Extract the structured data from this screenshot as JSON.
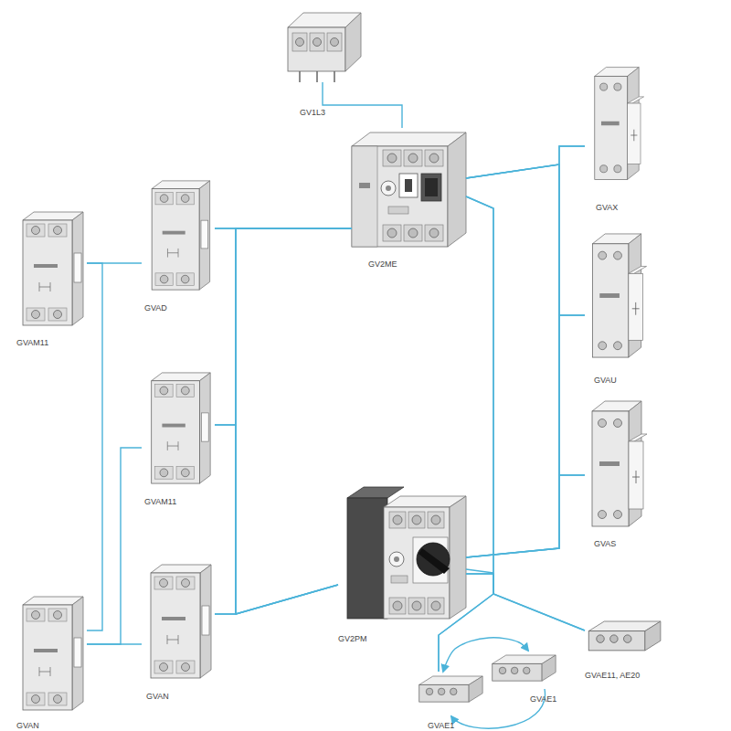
{
  "diagram": {
    "nodes": [
      {
        "text": [
          "GV1L3"
        ]
      },
      {
        "text": [
          "GV2ME"
        ]
      },
      {
        "text": [
          "GVAX"
        ]
      },
      {
        "text": [
          "GVAM11"
        ]
      },
      {
        "text": [
          "GVAD"
        ]
      },
      {
        "text": [
          "GVAU"
        ]
      },
      {
        "text": [
          "GVAM11"
        ]
      },
      {
        "text": [
          "GVAS"
        ]
      },
      {
        "text": [
          "GV2PM"
        ]
      },
      {
        "text": [
          "GVAN"
        ]
      },
      {
        "text": [
          "GVAN"
        ]
      },
      {
        "text": [
          "GVAE11, AE20"
        ]
      },
      {
        "text": [
          "GVAE1"
        ]
      },
      {
        "text": [
          "GVAE1"
        ]
      }
    ],
    "edges": [
      {
        "from": 0,
        "to": 1,
        "arrow": "none"
      },
      {
        "from": 1,
        "to": 4,
        "arrow": "none"
      },
      {
        "from": 1,
        "to": 6,
        "arrow": "none"
      },
      {
        "from": 1,
        "to": 9,
        "arrow": "none"
      },
      {
        "from": 8,
        "to": 4,
        "arrow": "none"
      },
      {
        "from": 8,
        "to": 6,
        "arrow": "none"
      },
      {
        "from": 8,
        "to": 9,
        "arrow": "none"
      },
      {
        "from": 3,
        "to": 4,
        "arrow": "none"
      },
      {
        "from": 3,
        "to": 10,
        "arrow": "none"
      },
      {
        "from": 10,
        "to": 6,
        "arrow": "none"
      },
      {
        "from": 10,
        "to": 9,
        "arrow": "none"
      },
      {
        "from": 1,
        "to": 2,
        "arrow": "none"
      },
      {
        "from": 1,
        "to": 5,
        "arrow": "none"
      },
      {
        "from": 1,
        "to": 7,
        "arrow": "none"
      },
      {
        "from": 8,
        "to": 2,
        "arrow": "none"
      },
      {
        "from": 8,
        "to": 5,
        "arrow": "none"
      },
      {
        "from": 8,
        "to": 7,
        "arrow": "none"
      },
      {
        "from": 1,
        "to": 11,
        "arrow": "none"
      },
      {
        "from": 1,
        "to": 12,
        "arrow": "none"
      },
      {
        "from": 8,
        "to": 11,
        "arrow": "none"
      },
      {
        "from": 8,
        "to": 12,
        "arrow": "none"
      },
      {
        "from": 12,
        "to": 13,
        "arrow": "both"
      }
    ]
  }
}
